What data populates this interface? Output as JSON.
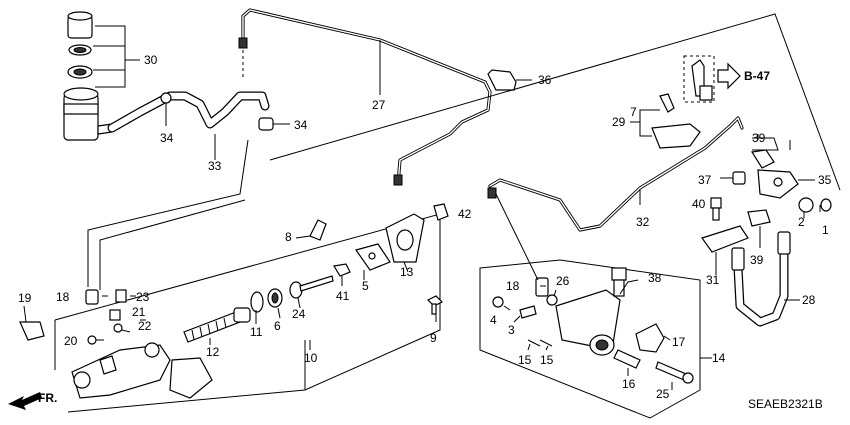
{
  "diagram_code": "SEAEB2321B",
  "ref_label": "B-47",
  "direction_label": "FR.",
  "callouts": {
    "c1": "1",
    "c2": "2",
    "c3": "3",
    "c4": "4",
    "c5": "5",
    "c6": "6",
    "c7": "7",
    "c8": "8",
    "c9": "9",
    "c10": "10",
    "c11": "11",
    "c12": "12",
    "c13": "13",
    "c14": "14",
    "c15a": "15",
    "c15b": "15",
    "c16": "16",
    "c17": "17",
    "c18a": "18",
    "c18b": "18",
    "c19": "19",
    "c20": "20",
    "c21": "21",
    "c22": "22",
    "c23": "23",
    "c24": "24",
    "c25": "25",
    "c26": "26",
    "c27": "27",
    "c28": "28",
    "c29": "29",
    "c30": "30",
    "c31": "31",
    "c32": "32",
    "c33": "33",
    "c34a": "34",
    "c34b": "34",
    "c35": "35",
    "c36": "36",
    "c37": "37",
    "c38": "38",
    "c39a": "39",
    "c39b": "39",
    "c40": "40",
    "c41": "41",
    "c42": "42"
  }
}
